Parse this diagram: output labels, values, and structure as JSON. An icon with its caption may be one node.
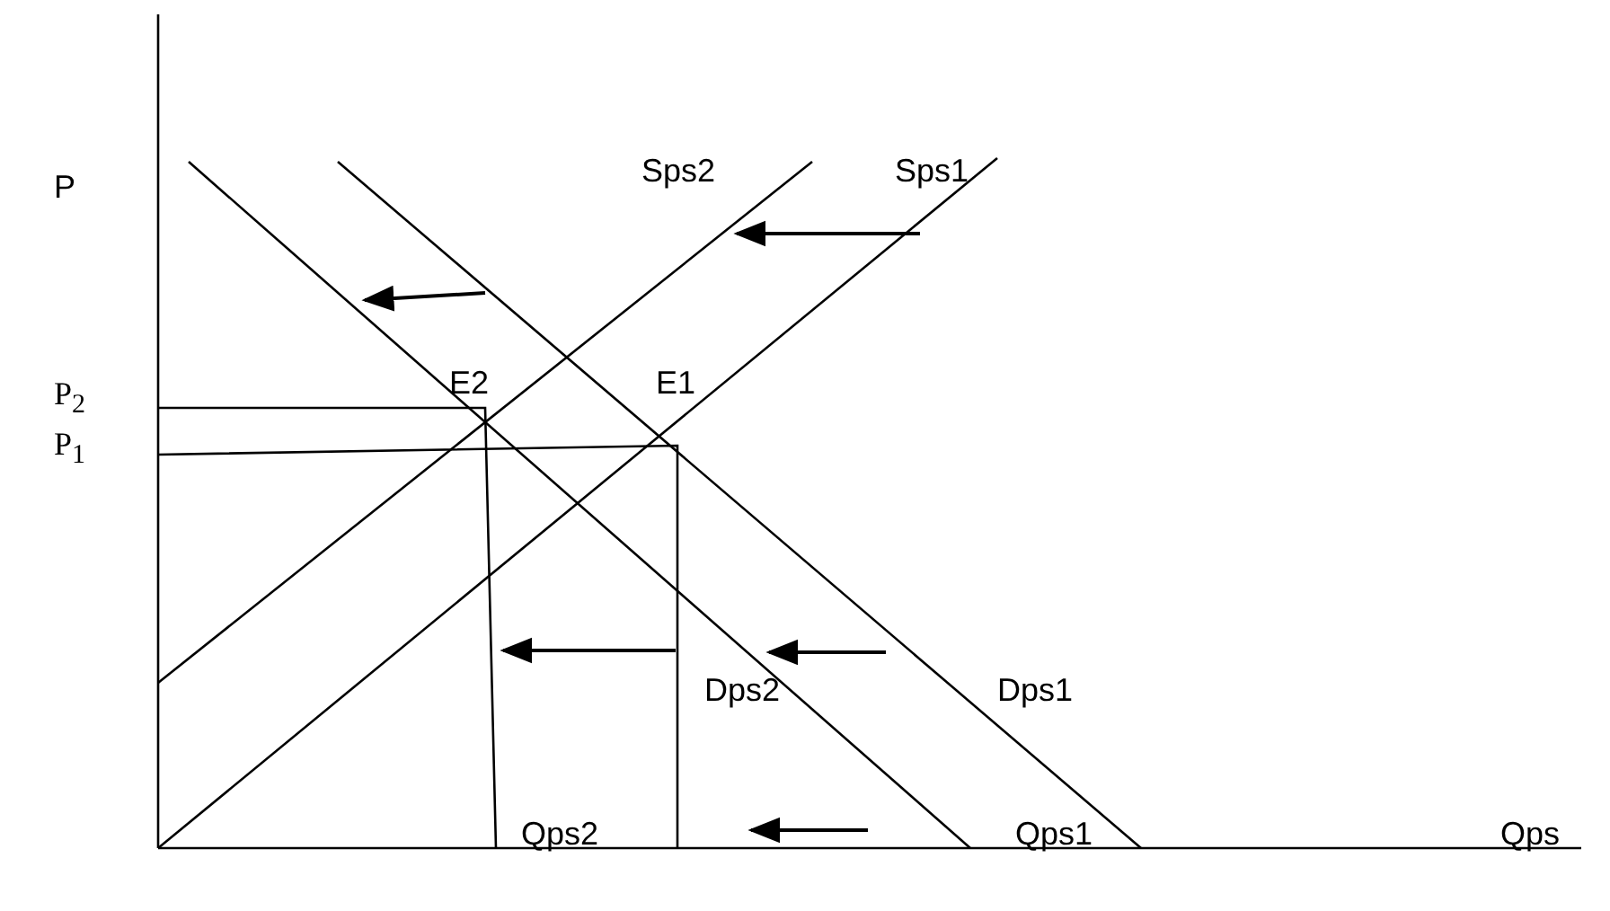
{
  "diagram": {
    "labels": [
      "P",
      "Sps2",
      "Sps1",
      "P$_{2}$",
      "E2",
      "E1",
      "P$_{1}$",
      "Dps2",
      "Dps1",
      "Qps2",
      "Qps1",
      "Qps"
    ]
  }
}
